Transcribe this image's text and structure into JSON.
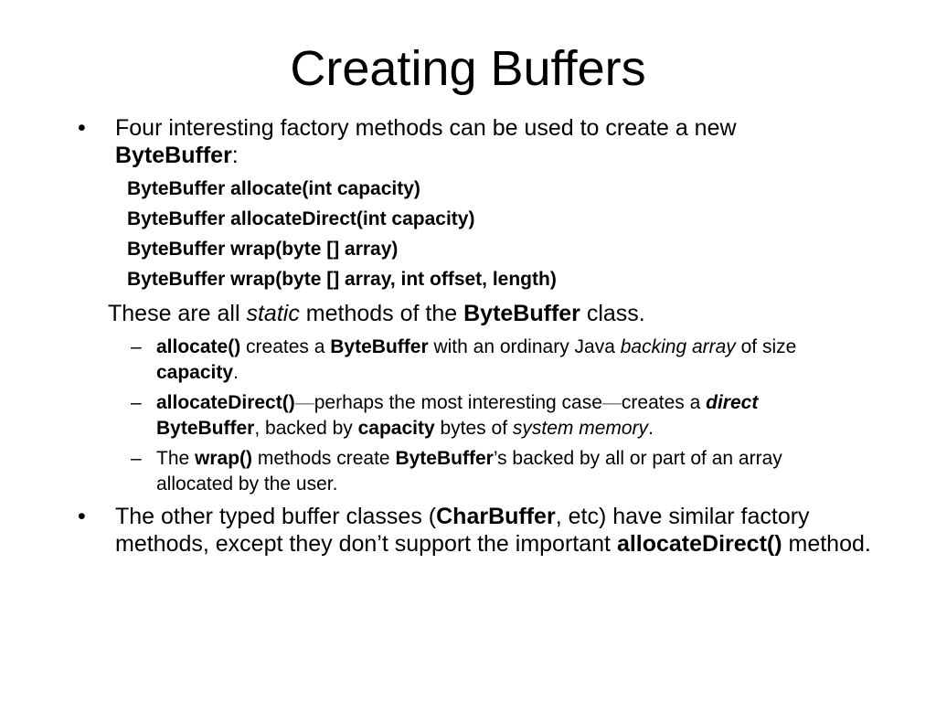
{
  "title": "Creating Buffers",
  "bullet_char": "•",
  "dash_char": "–",
  "bullet1": {
    "t1": "Four interesting factory methods can be used to create a new",
    "b1": "ByteBuffer",
    "t2": ":"
  },
  "signatures": [
    "ByteBuffer allocate(int capacity)",
    "ByteBuffer allocateDirect(int capacity)",
    "ByteBuffer wrap(byte [] array)",
    "ByteBuffer wrap(byte [] array, int offset, length)"
  ],
  "static_line": {
    "t1": "These are all ",
    "i1": "static",
    "t2": " methods of the ",
    "b1": "ByteBuffer",
    "t3": " class."
  },
  "sub1": {
    "b1": "allocate()",
    "t1": " creates a ",
    "b2": "ByteBuffer",
    "t2": " with an ordinary Java ",
    "i1": "backing array",
    "t3": " of size ",
    "b3": "capacity",
    "t4": "."
  },
  "sub2": {
    "b1": "allocateDirect()",
    "d1": "—",
    "t1": "perhaps the most interesting case",
    "d2": "—",
    "t2": "creates a ",
    "bi1": "direct",
    "t3": " ",
    "b2": "ByteBuffer",
    "t4": ", backed by ",
    "b3": "capacity",
    "t5": " bytes of ",
    "i1": "system memory",
    "t6": "."
  },
  "sub3": {
    "t1": "The ",
    "b1": "wrap()",
    "t2": " methods create ",
    "b2": "ByteBuffer",
    "t3": "’s backed by all or part of an array allocated by the user."
  },
  "bullet2": {
    "t1": "The other typed buffer classes (",
    "b1": "CharBuffer",
    "t2": ", etc) have similar factory methods, except they don’t support the important ",
    "b2": "allocateDirect()",
    "t3": " method."
  }
}
